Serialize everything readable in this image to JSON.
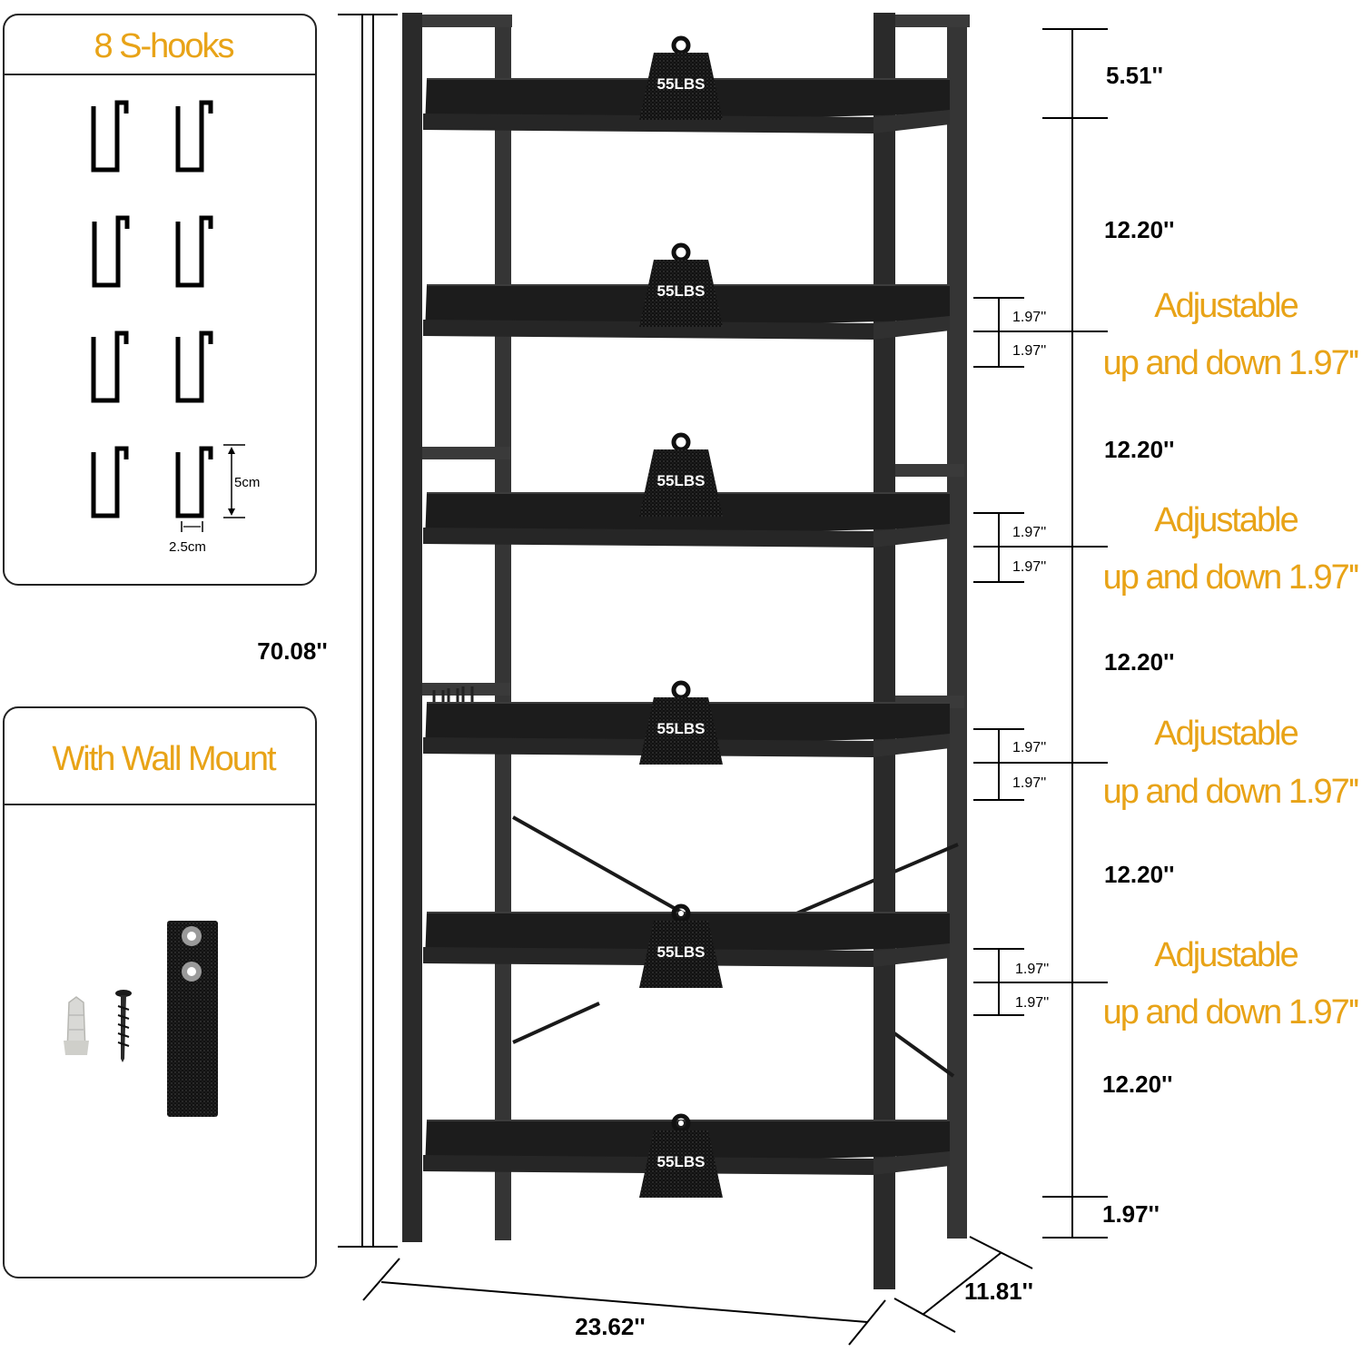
{
  "hooks_panel": {
    "title": "8 S-hooks",
    "hook_count": 8,
    "height_label": "5cm",
    "width_label": "2.5cm"
  },
  "wall_mount_panel": {
    "title": "With Wall Mount"
  },
  "shelves": {
    "load_label": "55LBS",
    "count": 6
  },
  "dimensions": {
    "total_height": "70.08''",
    "width": "23.62''",
    "depth": "11.81''",
    "top_gap": "5.51''",
    "shelf_gap": "12.20''",
    "bottom_gap": "1.97''",
    "adjust_step": "1.97''"
  },
  "adjustable": {
    "line1": "Adjustable",
    "line2": "up and down 1.97''"
  },
  "colors": {
    "accent": "#E8A317",
    "frame": "#2a2a2a",
    "shelf": "#1e1e1e"
  }
}
